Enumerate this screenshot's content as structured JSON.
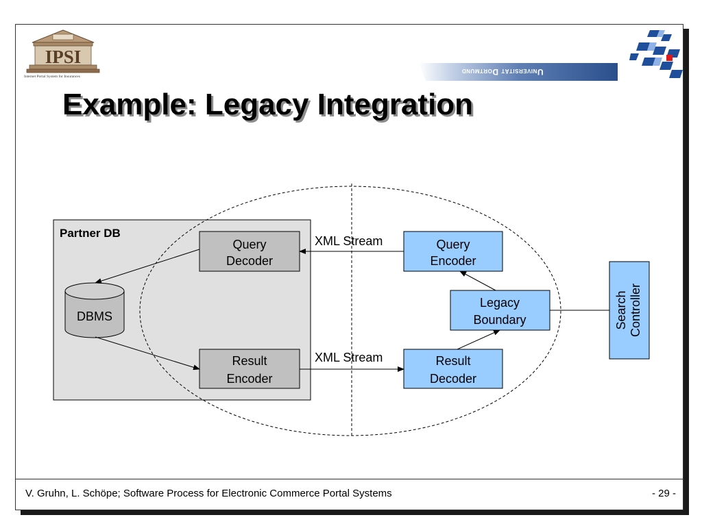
{
  "header": {
    "logo_text": "IPSI",
    "logo_caption": "Internet Portal System for Insurances",
    "university": "Universität Dortmund"
  },
  "title": "Example: Legacy Integration",
  "diagram": {
    "partner_db_label": "Partner DB",
    "dbms": "DBMS",
    "query_decoder": [
      "Query",
      "Decoder"
    ],
    "result_encoder": [
      "Result",
      "Encoder"
    ],
    "query_encoder": [
      "Query",
      "Encoder"
    ],
    "result_decoder": [
      "Result",
      "Decoder"
    ],
    "legacy_boundary": [
      "Legacy",
      "Boundary"
    ],
    "search_controller": [
      "Search",
      "Controller"
    ],
    "xml_stream_top": "XML Stream",
    "xml_stream_bottom": "XML Stream",
    "colors": {
      "gray_box": "#c0c0c0",
      "gray_region": "#e0e0e0",
      "blue_box": "#99ccff"
    }
  },
  "footer": {
    "authors": "V. Gruhn, L. Schöpe; Software Process for Electronic Commerce Portal Systems",
    "page": "- 29 -"
  }
}
